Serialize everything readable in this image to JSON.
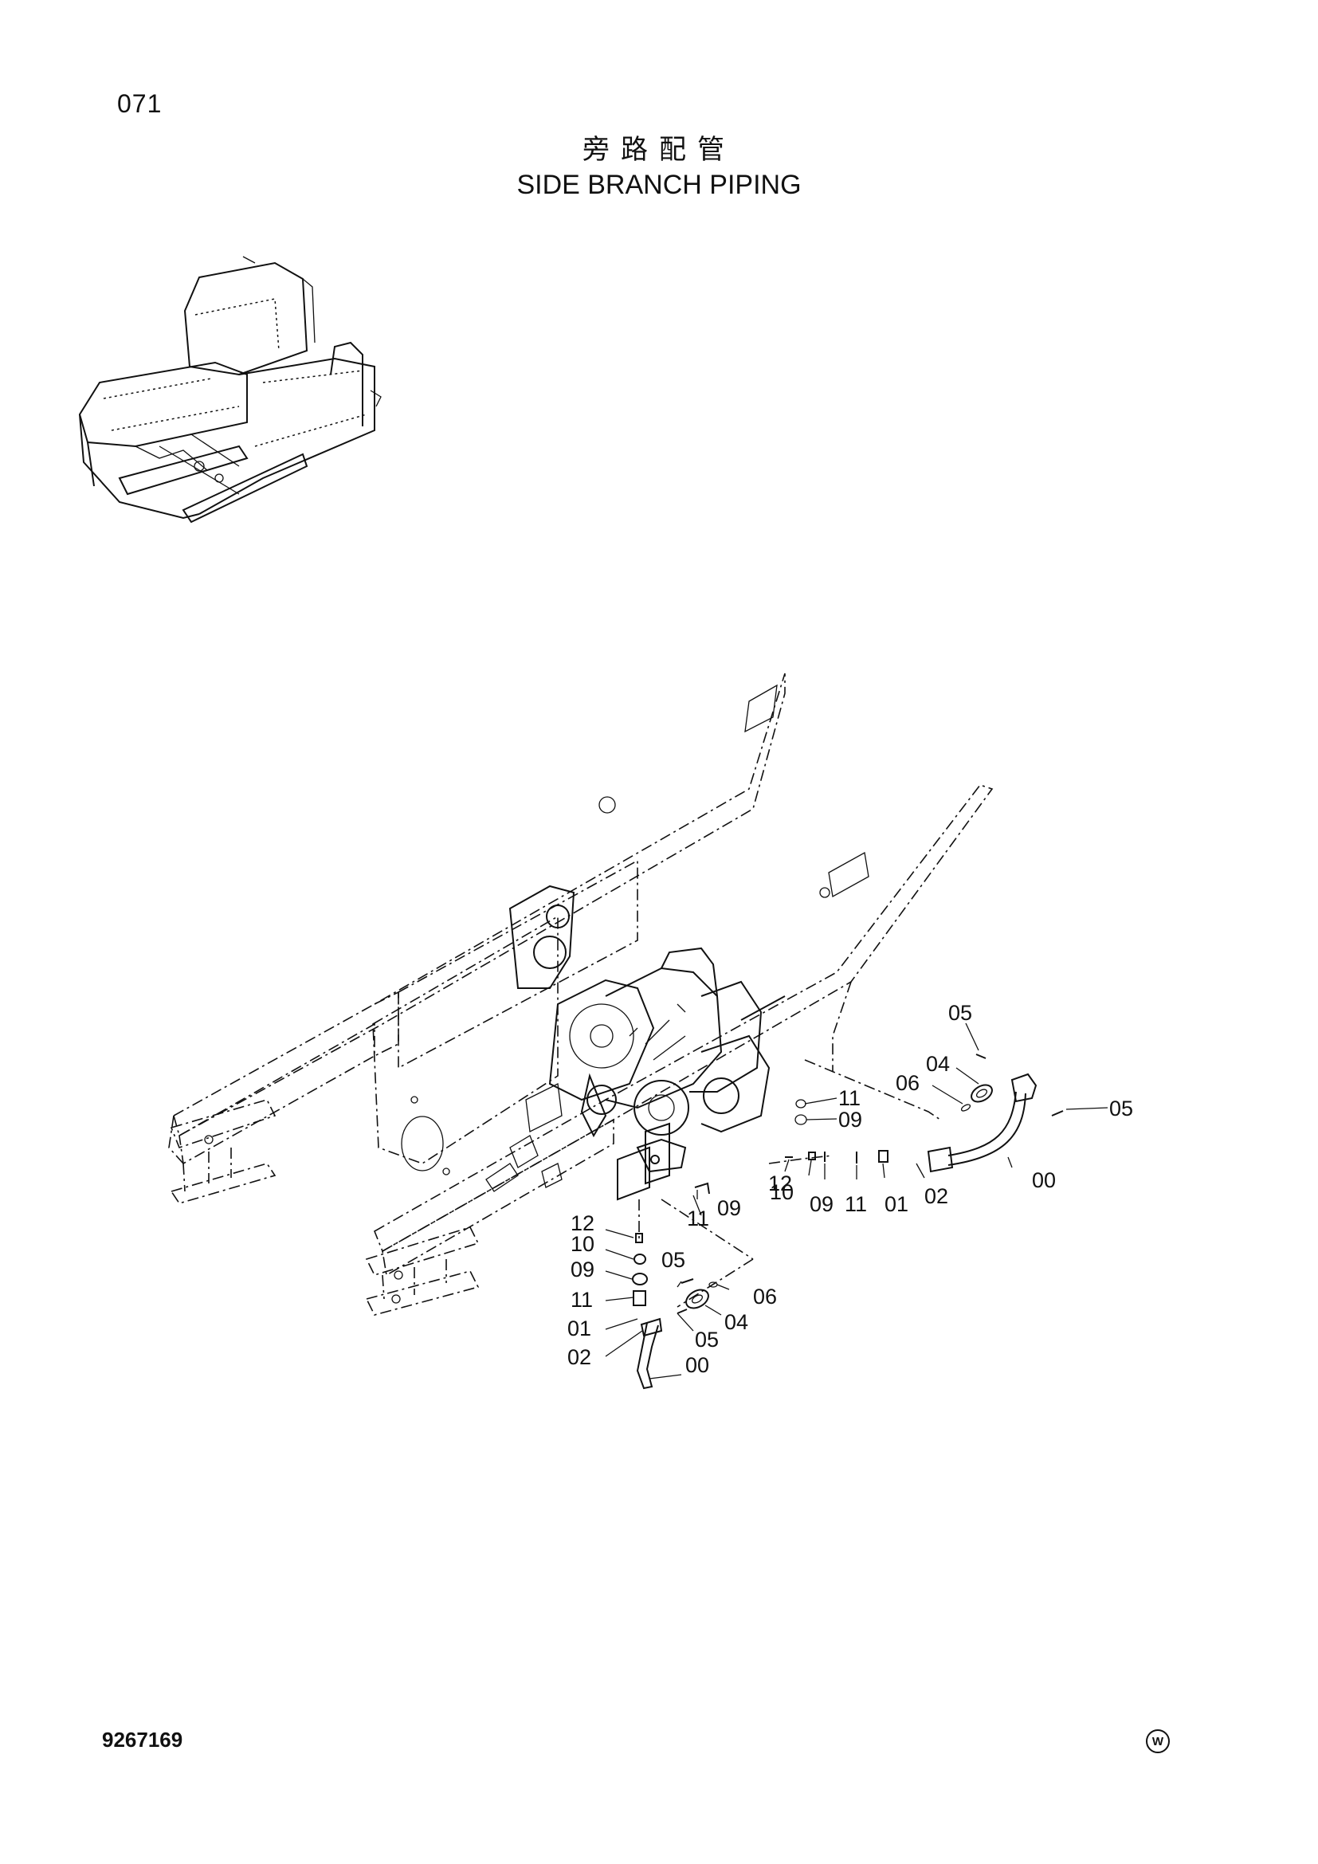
{
  "page": {
    "page_number": "071",
    "title_cn": "旁路配管",
    "title_en": "SIDE BRANCH PIPING",
    "doc_number": "9267169",
    "mark": "W"
  },
  "callouts": [
    "05",
    "04",
    "06",
    "11",
    "09",
    "05",
    "12",
    "10",
    "09",
    "11",
    "01",
    "02",
    "00",
    "09",
    "11",
    "12",
    "10",
    "09",
    "11",
    "01",
    "02",
    "05",
    "06",
    "04",
    "05",
    "00"
  ]
}
